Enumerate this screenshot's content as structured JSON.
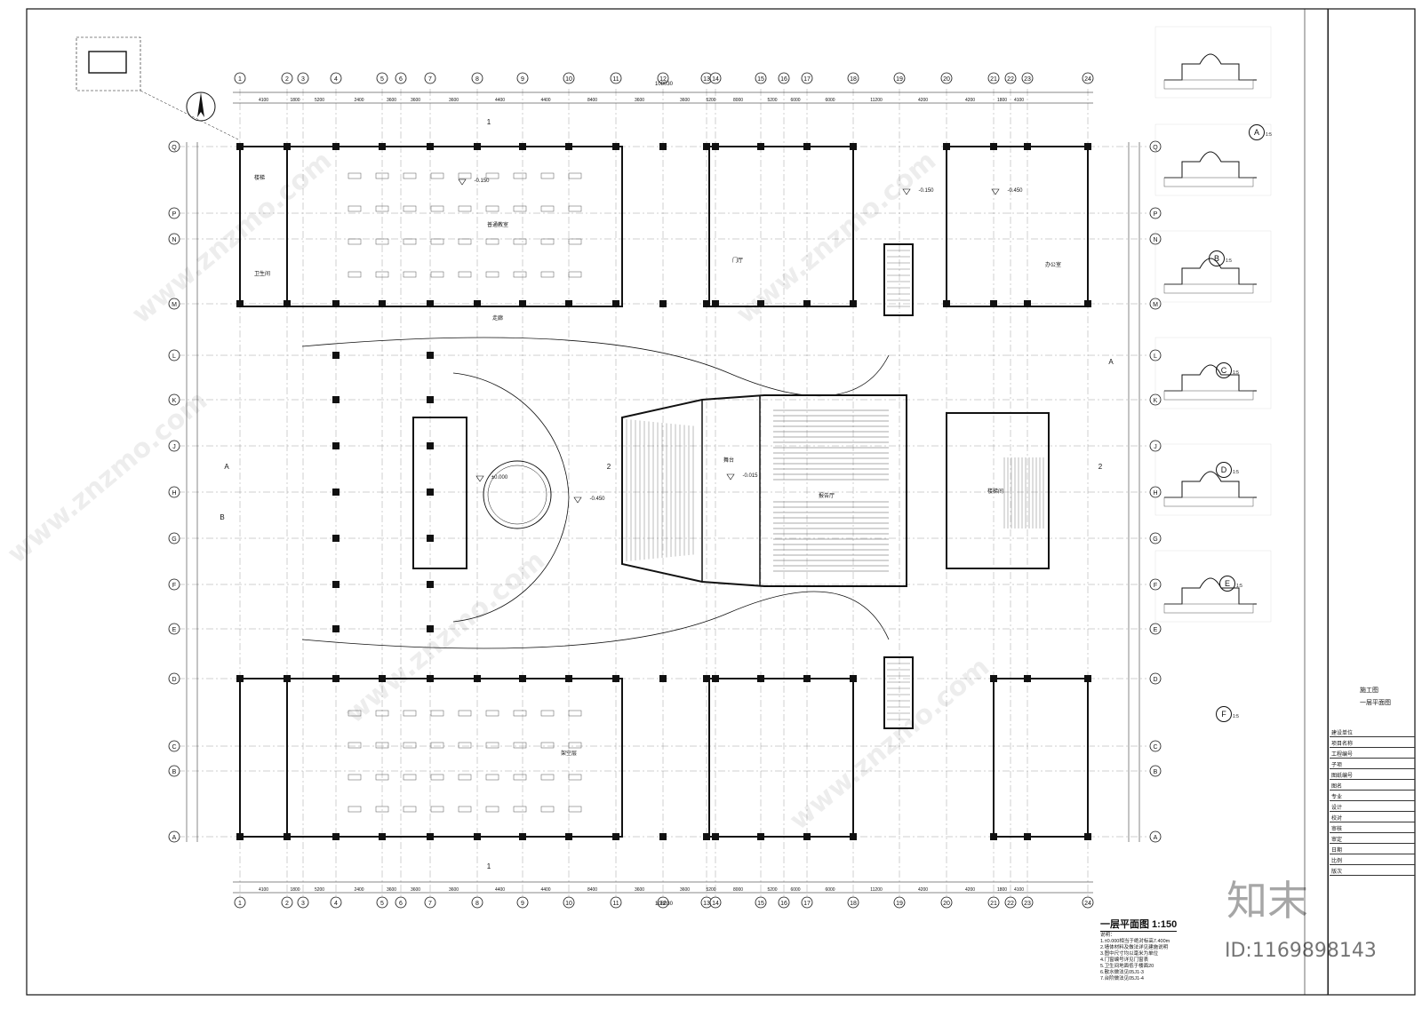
{
  "drawing": {
    "title": "一层平面图 1:150",
    "total_dimension": "108030",
    "seating_note_title": "说明："
  },
  "grid": {
    "col_labels": [
      "1",
      "2",
      "3",
      "4",
      "5",
      "6",
      "7",
      "8",
      "9",
      "10",
      "11",
      "12",
      "13",
      "14",
      "15",
      "16",
      "17",
      "18",
      "19",
      "20",
      "21",
      "22",
      "23",
      "24"
    ],
    "row_labels": [
      "Q",
      "P",
      "N",
      "M",
      "L",
      "K",
      "J",
      "H",
      "G",
      "F",
      "E",
      "D",
      "C",
      "B",
      "A"
    ]
  },
  "dimensions_top": [
    "4100",
    "1800",
    "5200",
    "2400",
    "3600",
    "3600",
    "3600",
    "4400",
    "4400",
    "8400",
    "3600",
    "3600",
    "5200",
    "8000",
    "5200",
    "6000",
    "6000",
    "11200",
    "4200",
    "4200",
    "1800",
    "4100"
  ],
  "elevation_marks": [
    "-0.150",
    "±0.000",
    "-0.450",
    "-0.015",
    "-0.150",
    "-0.450"
  ],
  "room_labels": [
    "楼梯",
    "卫生间",
    "普通教室",
    "走廊",
    "门厅",
    "报告厅",
    "舞台",
    "楼梯间",
    "办公室",
    "架空层"
  ],
  "detail_labels": [
    "A",
    "B",
    "C",
    "D",
    "E",
    "F"
  ],
  "detail_scale": "1:5",
  "notes": [
    "1.±0.000相当于绝对标高7.400m",
    "2.墙体材料及做法详见建施说明",
    "3.图中尺寸均以毫米为单位",
    "4.门窗编号详见门窗表",
    "5.卫生间地面低于楼面20",
    "6.散水做法见05J1-3",
    "7.台阶做法见05J1-4"
  ],
  "title_block": {
    "rows": [
      "建设单位",
      "项目名称",
      "工程编号",
      "子项",
      "图纸编号",
      "图名",
      "专业",
      "设计",
      "校对",
      "审核",
      "审定",
      "日期",
      "比例",
      "版次"
    ],
    "sheet_name": "一层平面图",
    "stage": "施工图"
  },
  "watermark": {
    "site": "www.znzmo.com",
    "brand": "知末",
    "id": "ID:1169898143"
  },
  "colors": {
    "line": "#111111",
    "hatch": "#555555",
    "paper": "#ffffff"
  }
}
